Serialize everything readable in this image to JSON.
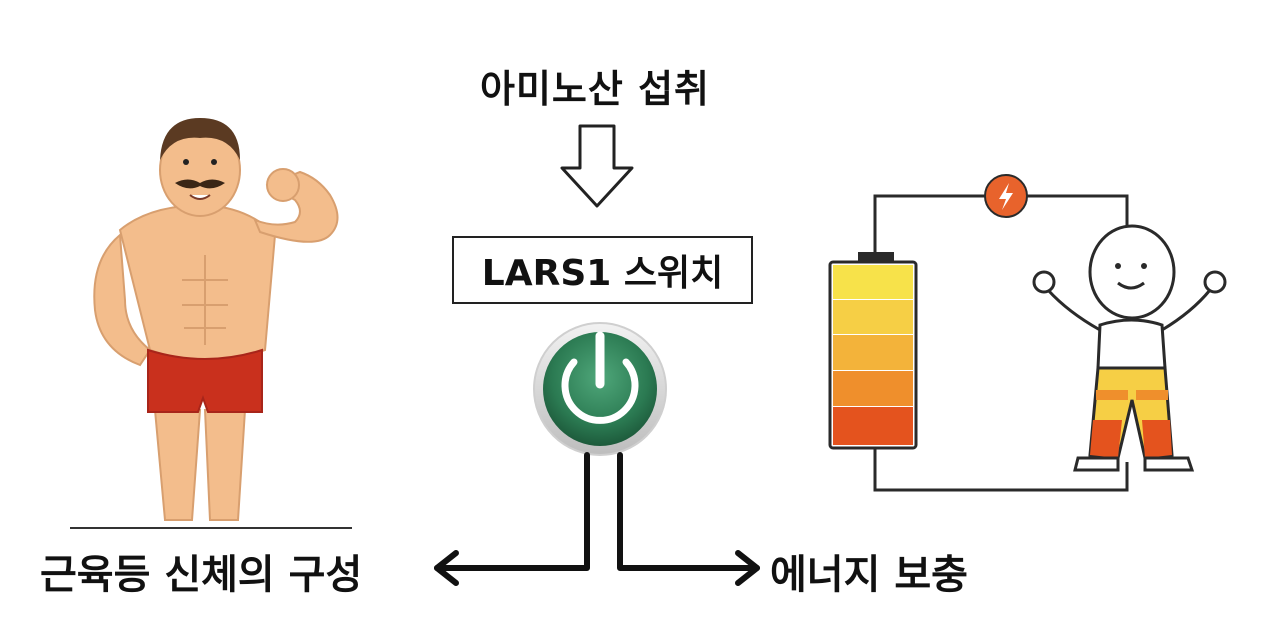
{
  "labels": {
    "intake": "아미노산 섭취",
    "switch": "LARS1 스위치",
    "left_outcome": "근육등 신체의 구성",
    "right_outcome": "에너지 보충"
  },
  "icons": {
    "down_arrow": "hollow-down-arrow",
    "power_button": "power-icon",
    "muscle_man": "muscular-man-illustration",
    "battery_circuit": "battery-circuit-illustration",
    "lightning": "lightning-bolt-icon"
  },
  "colors": {
    "power_green": "#2e7d56",
    "skin": "#f3bd8c",
    "trunks": "#c9301d",
    "battery_yellow": "#f7e24a",
    "battery_orange": "#ef7f2a",
    "battery_red": "#e4531e"
  }
}
